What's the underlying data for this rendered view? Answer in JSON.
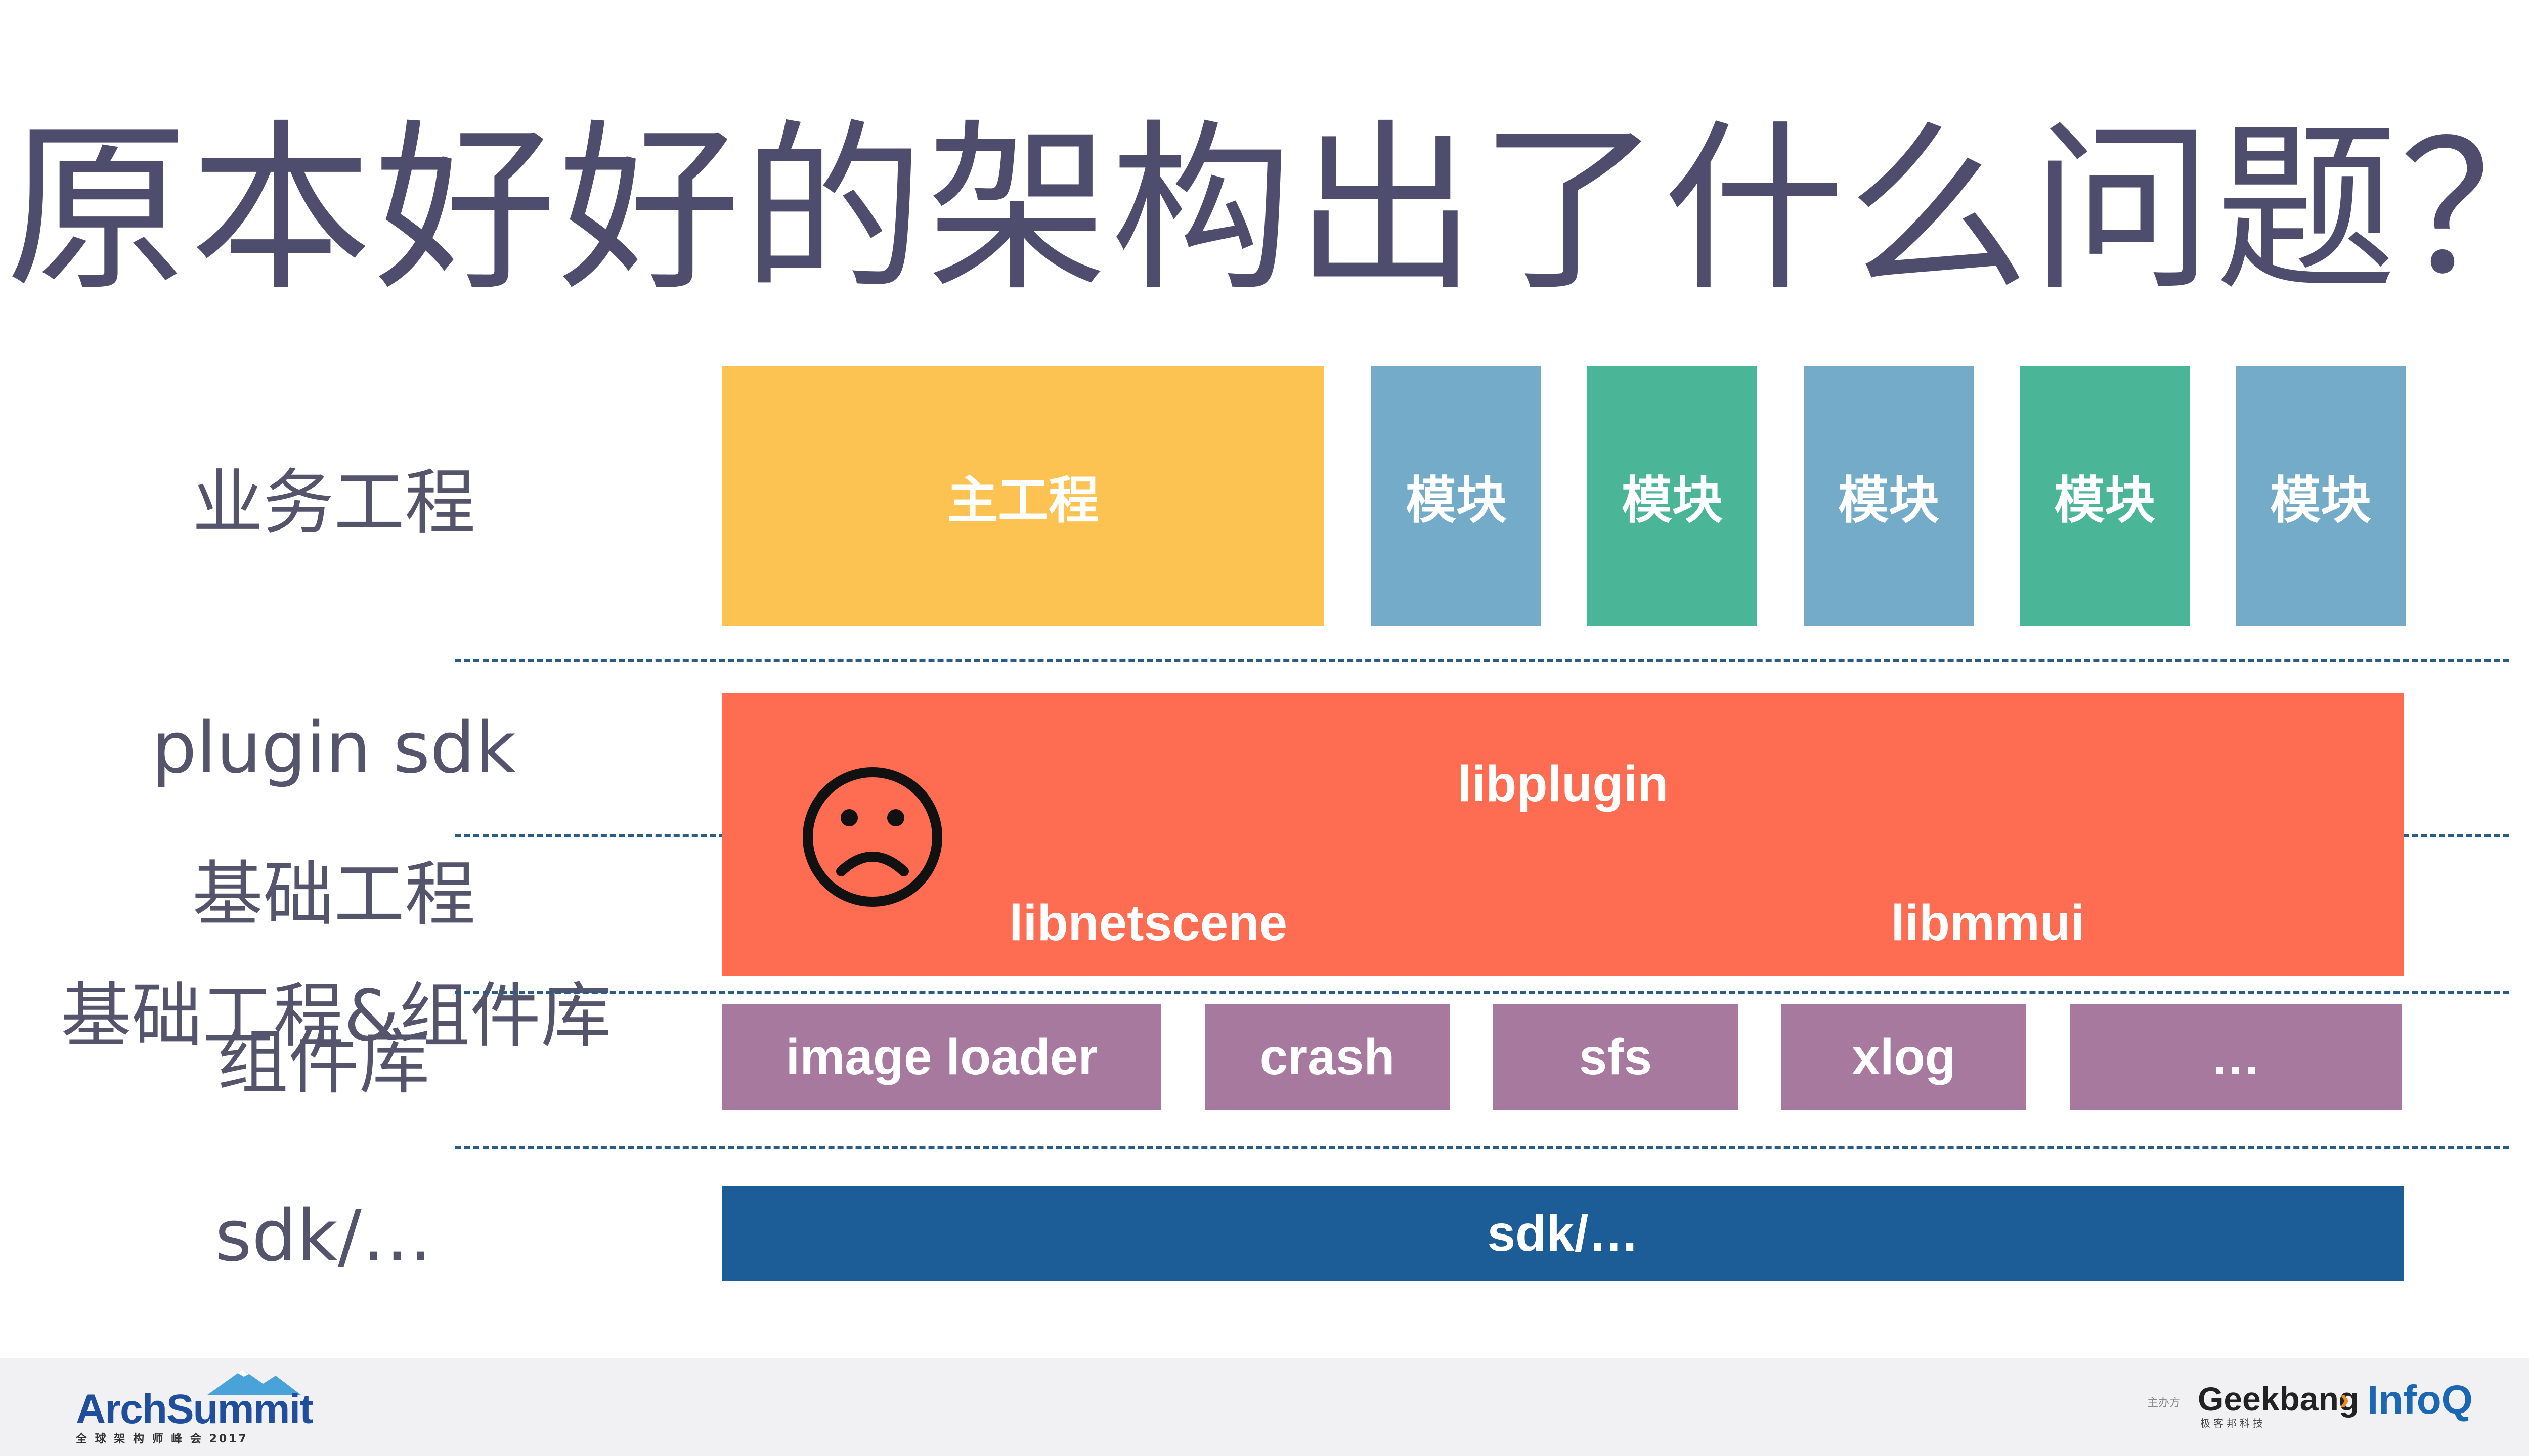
{
  "title": "原本好好的架构出了什么问题？",
  "layers": {
    "business": "业务工程",
    "plugin": "plugin sdk",
    "base": "基础工程",
    "base_components": "基础工程&组件库",
    "components": "组件库",
    "sdk": "sdk/…"
  },
  "business_row": {
    "main": "主工程",
    "modules": [
      "模块",
      "模块",
      "模块",
      "模块",
      "模块"
    ]
  },
  "plugin_block": {
    "top": "libplugin",
    "left": "libnetscene",
    "right": "libmmui"
  },
  "component_row": [
    "image loader",
    "crash",
    "sfs",
    "xlog",
    "…"
  ],
  "sdk_bar": "sdk/…",
  "colors": {
    "main": "#fdc352",
    "module_blue": "#74abc8",
    "module_green": "#4bb597",
    "plugin": "#fe6d51",
    "component": "#a7799e",
    "sdk": "#1d5d97",
    "title": "#4f4d6e"
  },
  "footer": {
    "left_logo_main": "ArchSummit",
    "left_logo_sub": "全 球 架 构 师 峰 会 2017",
    "organizer": "主办方",
    "geekbang": "Geekbang",
    "geekbang_sub": "极客邦科技",
    "infoq": "InfoQ"
  }
}
